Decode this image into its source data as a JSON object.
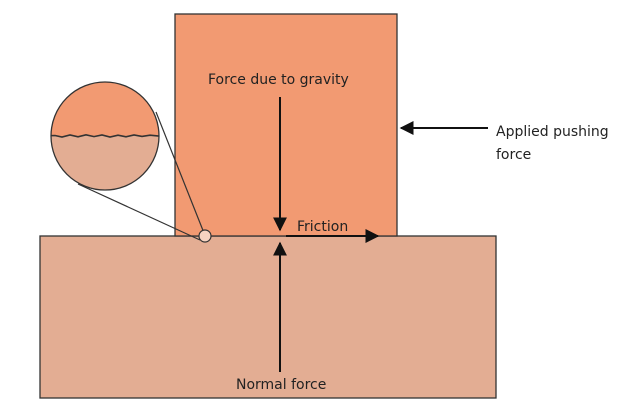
{
  "labels": {
    "gravity": "Force due to gravity",
    "friction": "Friction",
    "applied_line1": "Applied pushing",
    "applied_line2": "force",
    "normal": "Normal force"
  },
  "colors": {
    "block": "#f29a72",
    "surface": "#e3ad93",
    "outline": "#333333",
    "arrow": "#111111",
    "contact_point": "#f7d3c0"
  }
}
